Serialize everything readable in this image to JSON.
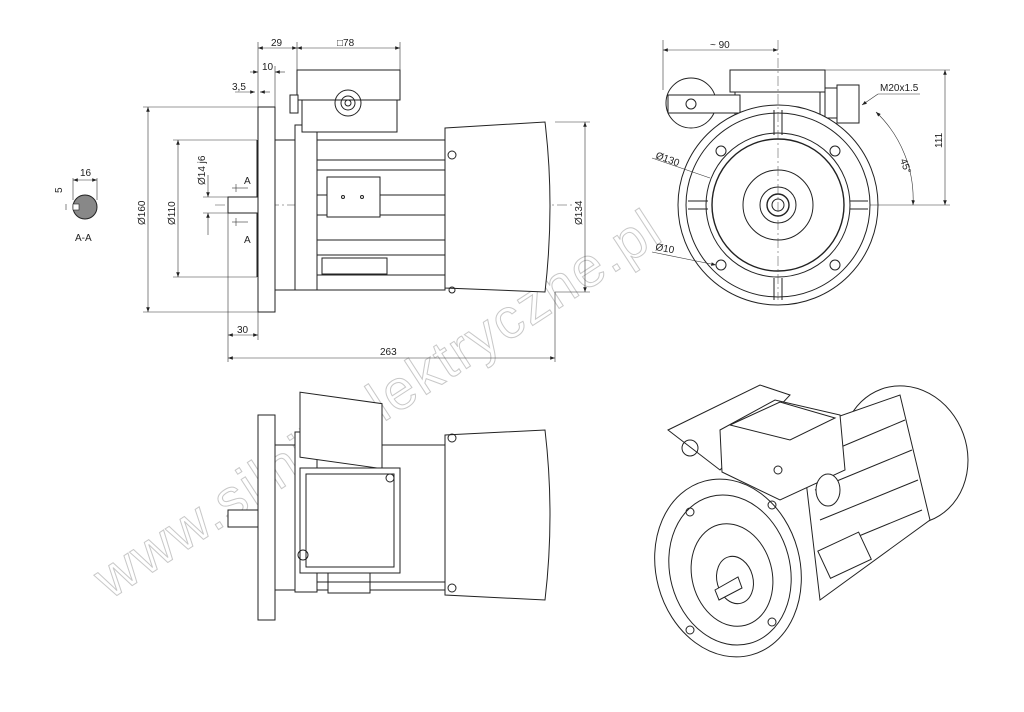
{
  "watermark": "www.silnikielektryczne.pl",
  "section_view": {
    "label": "A-A",
    "width": "16",
    "key": "5"
  },
  "front_view": {
    "dims": {
      "box_offset": "29",
      "box_size": "□78",
      "flange_thickness": "10",
      "spigot": "3,5",
      "flange_diameter": "Ø160",
      "spigot_diameter": "Ø110",
      "shaft_diameter": "Ø14 j6",
      "body_diameter": "Ø134",
      "shaft_length": "30",
      "total_length": "263",
      "section_mark": "A"
    }
  },
  "end_view": {
    "dims": {
      "width": "~ 90",
      "height": "111",
      "gland": "M20x1.5",
      "angle": "45°",
      "pcd": "Ø130",
      "hole": "Ø10"
    }
  }
}
